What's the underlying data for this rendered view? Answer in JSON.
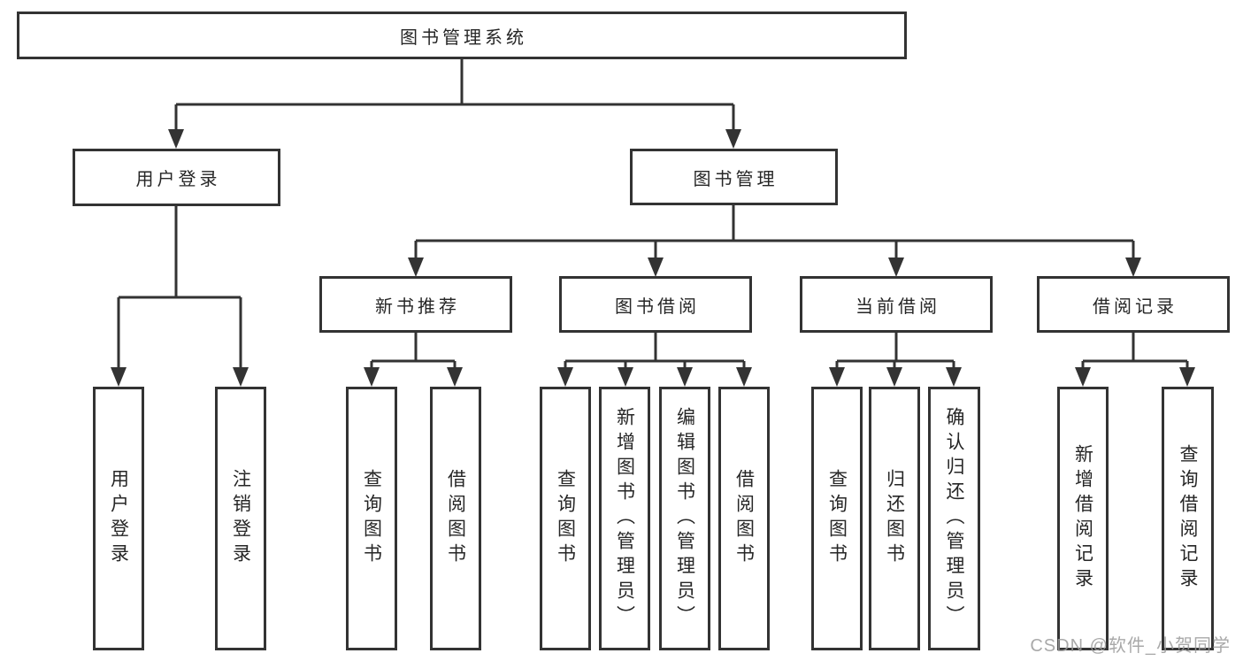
{
  "root": {
    "label": "图书管理系统",
    "children": [
      {
        "label": "用户登录",
        "children": [
          {
            "label": "用户登录"
          },
          {
            "label": "注销登录"
          }
        ]
      },
      {
        "label": "图书管理",
        "children": [
          {
            "label": "新书推荐",
            "children": [
              {
                "label": "查询图书"
              },
              {
                "label": "借阅图书"
              }
            ]
          },
          {
            "label": "图书借阅",
            "children": [
              {
                "label": "查询图书"
              },
              {
                "label": "新增图书（管理员）"
              },
              {
                "label": "编辑图书（管理员）"
              },
              {
                "label": "借阅图书"
              }
            ]
          },
          {
            "label": "当前借阅",
            "children": [
              {
                "label": "查询图书"
              },
              {
                "label": "归还图书"
              },
              {
                "label": "确认归还（管理员）"
              }
            ]
          },
          {
            "label": "借阅记录",
            "children": [
              {
                "label": "新增借阅记录"
              },
              {
                "label": "查询借阅记录"
              }
            ]
          }
        ]
      }
    ]
  },
  "watermark": {
    "text": "CSDN @软件_小贺同学"
  },
  "colors": {
    "line": "#333333",
    "text": "#262626",
    "box_background": "#ffffff",
    "watermark": "#9a9a9a"
  }
}
